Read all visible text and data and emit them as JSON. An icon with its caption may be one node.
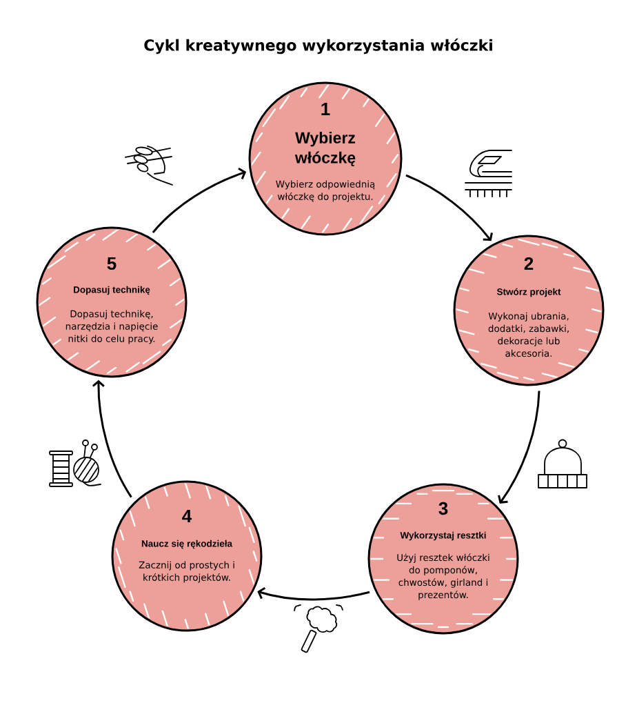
{
  "diagram": {
    "title": "Cykl kreatywnego wykorzystania włóczki",
    "nodes": [
      {
        "text": [
          "1",
          "Wybierz włóczkę",
          "Wybierz odpowiednią włóczkę do projektu."
        ]
      },
      {
        "text": [
          "2",
          "Stwórz projekt",
          "Wykonaj ubrania, dodatki, zabawki, dekoracje lub akcesoria."
        ]
      },
      {
        "text": [
          "3",
          "Wykorzystaj resztki",
          "Użyj resztek włóczki do pomponów, chwostów, girland i prezentów."
        ]
      },
      {
        "text": [
          "4",
          "Naucz się rękodzieła",
          "Zacznij od prostych i krótkich projektów."
        ]
      },
      {
        "text": [
          "5",
          "Dopasuj technikę",
          "Dopasuj technikę, narzędzia i napięcie nitki do celu pracy."
        ]
      }
    ],
    "edges": [
      {
        "from": 0,
        "to": 1,
        "arrow": "to"
      },
      {
        "from": 1,
        "to": 2,
        "arrow": "to"
      },
      {
        "from": 2,
        "to": 3,
        "arrow": "to"
      },
      {
        "from": 3,
        "to": 4,
        "arrow": "to"
      },
      {
        "from": 4,
        "to": 0,
        "arrow": "to"
      }
    ]
  }
}
